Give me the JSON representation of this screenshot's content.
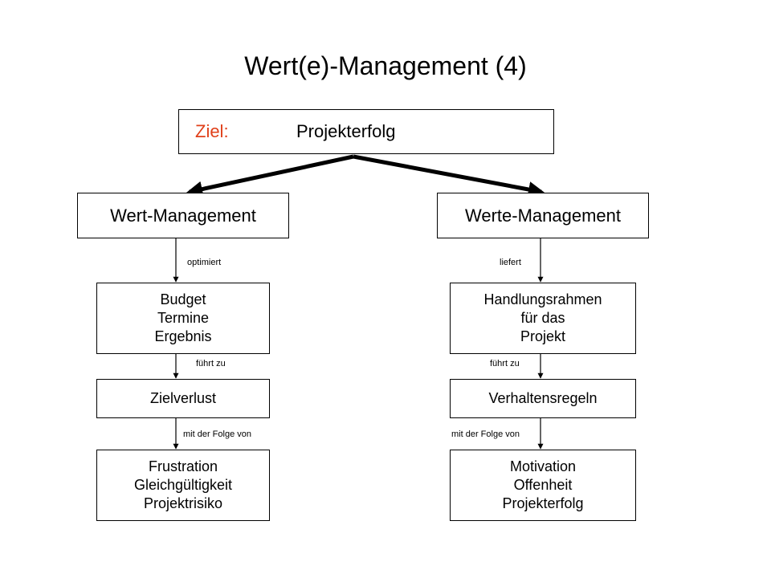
{
  "title": "Wert(e)-Management (4)",
  "goal": {
    "label": "Ziel:",
    "value": "Projekterfolg"
  },
  "left_branch": {
    "header": "Wert-Management",
    "edge1": "optimiert",
    "box1": [
      "Budget",
      "Termine",
      "Ergebnis"
    ],
    "edge2": "führt zu",
    "box2": "Zielverlust",
    "edge3": "mit der Folge von",
    "box3": [
      "Frustration",
      "Gleichgültigkeit",
      "Projektrisiko"
    ]
  },
  "right_branch": {
    "header": "Werte-Management",
    "edge1": "liefert",
    "box1": [
      "Handlungsrahmen",
      "für das",
      "Projekt"
    ],
    "edge2": "führt zu",
    "box2": "Verhaltensregeln",
    "edge3": "mit der Folge von",
    "box3": [
      "Motivation",
      "Offenheit",
      "Projekterfolg"
    ]
  },
  "colors": {
    "goal_label": "#e0401a",
    "lines": "#000000"
  }
}
